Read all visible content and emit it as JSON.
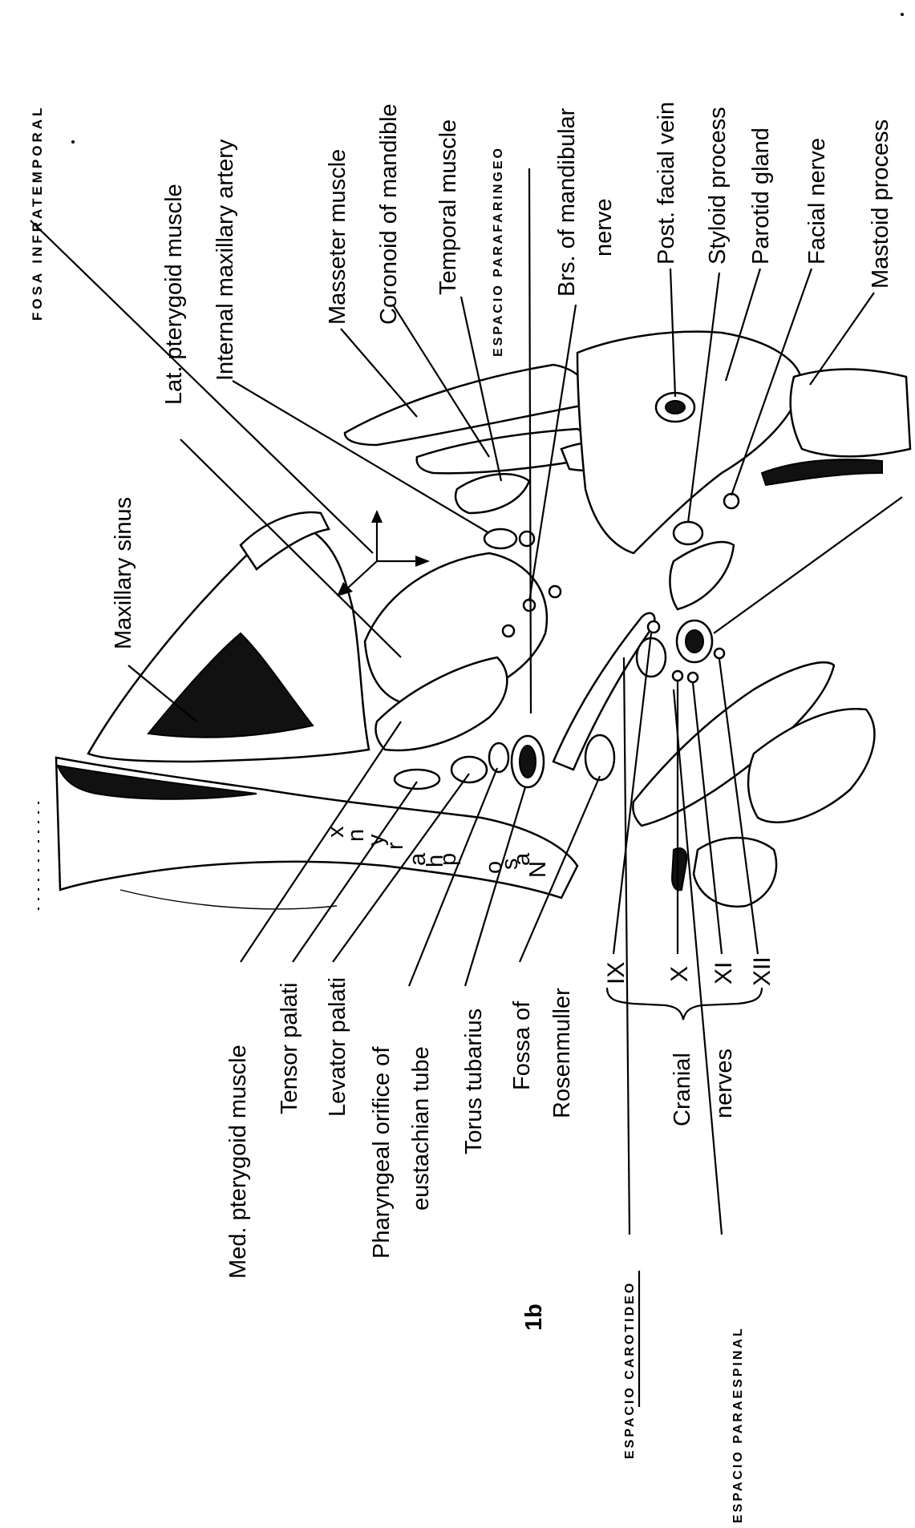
{
  "figure": {
    "number": "1b",
    "orientation": "rotated 90° counter-clockwise"
  },
  "spaces": {
    "fosa_infratemporal": "FOSA   INFRATEMPORAL",
    "espacio_parafaringeo": "ESPACIO  PARAFARINGEO",
    "espacio_carotideo": "ESPACIO  CAROTIDEO",
    "espacio_paraespinal": "ESPACIO  PARAESPINAL"
  },
  "labels": {
    "maxillary_sinus": "Maxillary sinus",
    "lat_pterygoid": "Lat. pterygoid muscle",
    "internal_maxillary_artery": "Internal maxillary artery",
    "masseter": "Masseter muscle",
    "coronoid": "Coronoid of mandible",
    "temporal": "Temporal muscle",
    "brs_mandibular_1": "Brs. of mandibular",
    "brs_mandibular_2": "nerve",
    "post_facial_vein": "Post. facial vein",
    "styloid": "Styloid process",
    "parotid": "Parotid gland",
    "facial_nerve": "Facial nerve",
    "mastoid": "Mastoid process",
    "med_pterygoid": "Med. pterygoid muscle",
    "tensor_palati": "Tensor palati",
    "levator_palati": "Levator palati",
    "pharyngeal_orifice_1": "Pharyngeal orifice of",
    "pharyngeal_orifice_2": "eustachian tube",
    "torus_tubarius": "Torus tubarius",
    "fossa_1": "Fossa of",
    "fossa_2": "Rosenmuller",
    "cranial_1": "Cranial",
    "cranial_2": "nerves",
    "ix": "IX",
    "x": "X",
    "xi": "XI",
    "xii": "XII",
    "nasopharynx_letters": [
      "N",
      "a",
      "s",
      "o",
      "p",
      "h",
      "a",
      "r",
      "y",
      "n",
      "x"
    ]
  }
}
